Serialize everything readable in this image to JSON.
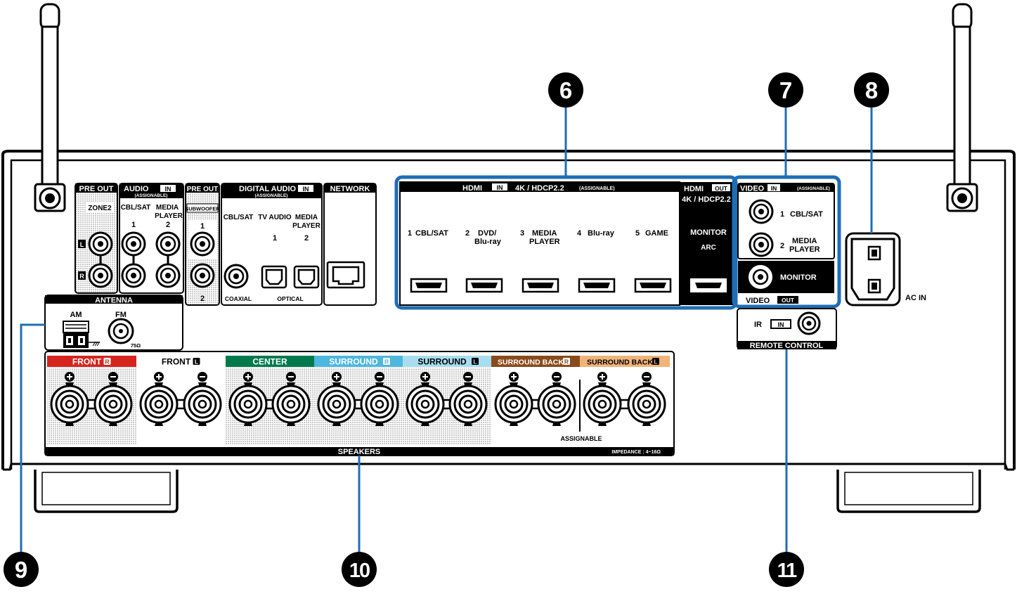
{
  "callouts": {
    "c6": "6",
    "c7": "7",
    "c8": "8",
    "c9": "9",
    "c10": "10",
    "c11": "11"
  },
  "pre_out_zone2": {
    "title": "PRE OUT",
    "zone": "ZONE2",
    "l": "L",
    "r": "R"
  },
  "audio_in": {
    "title": "AUDIO",
    "in": "IN",
    "assignable": "(ASSIGNABLE)",
    "ch1_name": "CBL/SAT",
    "ch1_num": "1",
    "ch2_name_a": "MEDIA",
    "ch2_name_b": "PLAYER",
    "ch2_num": "2"
  },
  "pre_out_sub": {
    "title": "PRE OUT",
    "sub": "SUBWOOFER",
    "n1": "1",
    "n2": "2"
  },
  "digital_audio": {
    "title": "DIGITAL AUDIO",
    "in": "IN",
    "assignable": "(ASSIGNABLE)",
    "cblsat": "CBL/SAT",
    "tvaudio": "TV AUDIO",
    "tv_num": "1",
    "mp_a": "MEDIA",
    "mp_b": "PLAYER",
    "mp_num": "2",
    "coaxial": "COAXIAL",
    "optical": "OPTICAL"
  },
  "network": {
    "title": "NETWORK"
  },
  "hdmi_in": {
    "title": "HDMI",
    "in": "IN",
    "spec": "4K / HDCP2.2",
    "assignable": "(ASSIGNABLE)",
    "ports": [
      {
        "num": "1",
        "name_a": "CBL/SAT",
        "name_b": ""
      },
      {
        "num": "2",
        "name_a": "DVD/",
        "name_b": "Blu-ray"
      },
      {
        "num": "3",
        "name_a": "MEDIA",
        "name_b": "PLAYER"
      },
      {
        "num": "4",
        "name_a": "Blu-ray",
        "name_b": ""
      },
      {
        "num": "5",
        "name_a": "GAME",
        "name_b": ""
      }
    ]
  },
  "hdmi_out": {
    "title": "HDMI",
    "out": "OUT",
    "spec": "4K / HDCP2.2",
    "monitor": "MONITOR",
    "arc": "ARC"
  },
  "video_in": {
    "title": "VIDEO",
    "in": "IN",
    "assignable": "(ASSIGNABLE)",
    "p1_num": "1",
    "p1_name": "CBL/SAT",
    "p2_num": "2",
    "p2_name_a": "MEDIA",
    "p2_name_b": "PLAYER"
  },
  "video_out": {
    "monitor": "MONITOR",
    "title": "VIDEO",
    "out": "OUT"
  },
  "ac_in": {
    "label": "AC IN"
  },
  "antenna": {
    "title": "ANTENNA",
    "am": "AM",
    "fm": "FM",
    "ohm": "75Ω"
  },
  "remote": {
    "ir": "IR",
    "in": "IN",
    "title": "REMOTE CONTROL"
  },
  "speakers": {
    "title": "SPEAKERS",
    "impedance": "IMPEDANCE : 4~16Ω",
    "assignable": "ASSIGNABLE",
    "groups": [
      {
        "label": "FRONT",
        "badge": "R",
        "color": "#d4251f",
        "text": "#ffffff"
      },
      {
        "label": "FRONT",
        "badge": "L",
        "color": "#ffffff",
        "text": "#000000"
      },
      {
        "label": "CENTER",
        "badge": "",
        "color": "#007a4d",
        "text": "#ffffff"
      },
      {
        "label": "SURROUND",
        "badge": "R",
        "color": "#4db7de",
        "text": "#ffffff"
      },
      {
        "label": "SURROUND",
        "badge": "L",
        "color": "#a8dcef",
        "text": "#000000"
      },
      {
        "label": "SURROUND BACK",
        "badge": "R",
        "color": "#8a4b1c",
        "text": "#ffffff"
      },
      {
        "label": "SURROUND BACK",
        "badge": "L",
        "color": "#f0b37a",
        "text": "#000000"
      }
    ]
  },
  "colors": {
    "highlight": "#1f6db5"
  }
}
